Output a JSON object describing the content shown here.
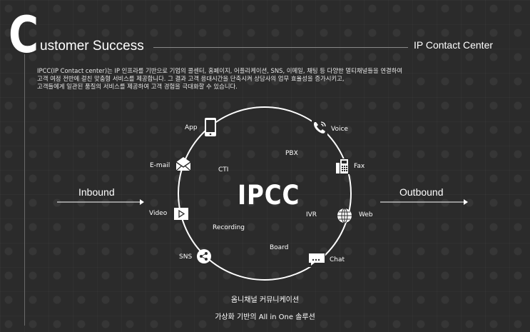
{
  "header": {
    "big_letter": "C",
    "title": "ustomer Success",
    "subtitle": "IP Contact Center"
  },
  "description": {
    "line1": "IPCC(IP Contact center)는 IP 인프라를 기반으로 기업의 콜센터, 홈페이지, 어플리케이션, SNS, 이메일, 채팅 등 다양한 멀티채널들을 연결하여",
    "line2": "고객 여정 전반에 걸친 맞춤형 서비스를 제공합니다. 그 결과 고객 응대시간을 단축시켜 상담사의 업무 효율성을 증가시키고,",
    "line3": "고객들에게 일관된 품질의 서비스를 제공하여 고객 경험을 극대화할 수 있습니다."
  },
  "diagram": {
    "center": "IPCC",
    "inbound": "Inbound",
    "outbound": "Outbound",
    "channels": {
      "app": "App",
      "email": "E-mail",
      "video": "Video",
      "sns": "SNS",
      "voice": "Voice",
      "fax": "Fax",
      "web": "Web",
      "chat": "Chat"
    },
    "functions": {
      "pbx": "PBX",
      "cti": "CTI",
      "ivr": "IVR",
      "recording": "Recording",
      "board": "Board"
    }
  },
  "tagline": {
    "line1": "옴니채널 커뮤니케이션",
    "line2": "가상화 기반의 All in One 솔루션"
  },
  "colors": {
    "background": "#2b2b2b",
    "foreground": "#ffffff",
    "rule": "#8a8a8a"
  }
}
